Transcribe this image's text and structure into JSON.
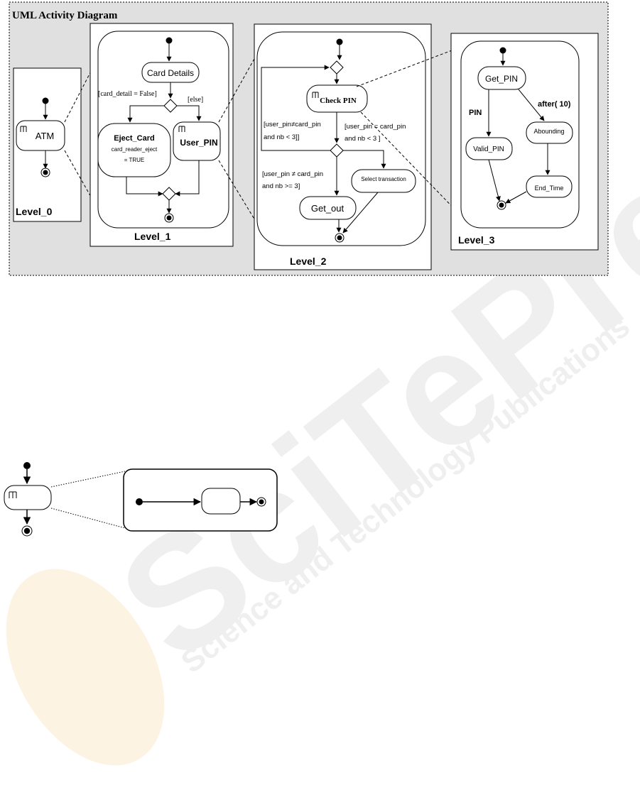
{
  "diagram": {
    "title": "UML Activity Diagram",
    "levels": {
      "level0": "Level_0",
      "level1": "Level_1",
      "level2": "Level_2",
      "level3": "Level_3"
    },
    "level0": {
      "atm": "ATM"
    },
    "level1": {
      "card_details": "Card Details",
      "guard_card_false": "[card_detail = False]",
      "guard_else": "[else]",
      "eject_card": "Eject_Card",
      "eject_action_1": "card_reader_eject",
      "eject_action_2": "= TRUE",
      "user_pin": "User_PIN"
    },
    "level2": {
      "check_pin": "Check PIN",
      "guard_left_1": "[user_pin≠card_pin",
      "guard_left_2": "and nb < 3]]",
      "guard_right_1": "[user_pin = card_pin",
      "guard_right_2": "and nb < 3 ]",
      "guard_bottom_1": "[user_pin ≠ card_pin",
      "guard_bottom_2": "and nb >= 3]",
      "select_transaction": "Select transaction",
      "get_out": "Get_out"
    },
    "level3": {
      "get_pin": "Get_PIN",
      "pin_label": "PIN",
      "after_label": "after( 10)",
      "abounding": "Abounding",
      "valid_pin": "Valid_PIN",
      "end_time": "End_Time"
    }
  },
  "watermark": {
    "brand": "SciTePress",
    "tagline": "Science and Technology Publications"
  },
  "colors": {
    "frame_fill": "#e0e0e0",
    "stroke": "#000000",
    "watermark": "#e9e9e9",
    "watermark_yellow": "#fbeed8"
  }
}
